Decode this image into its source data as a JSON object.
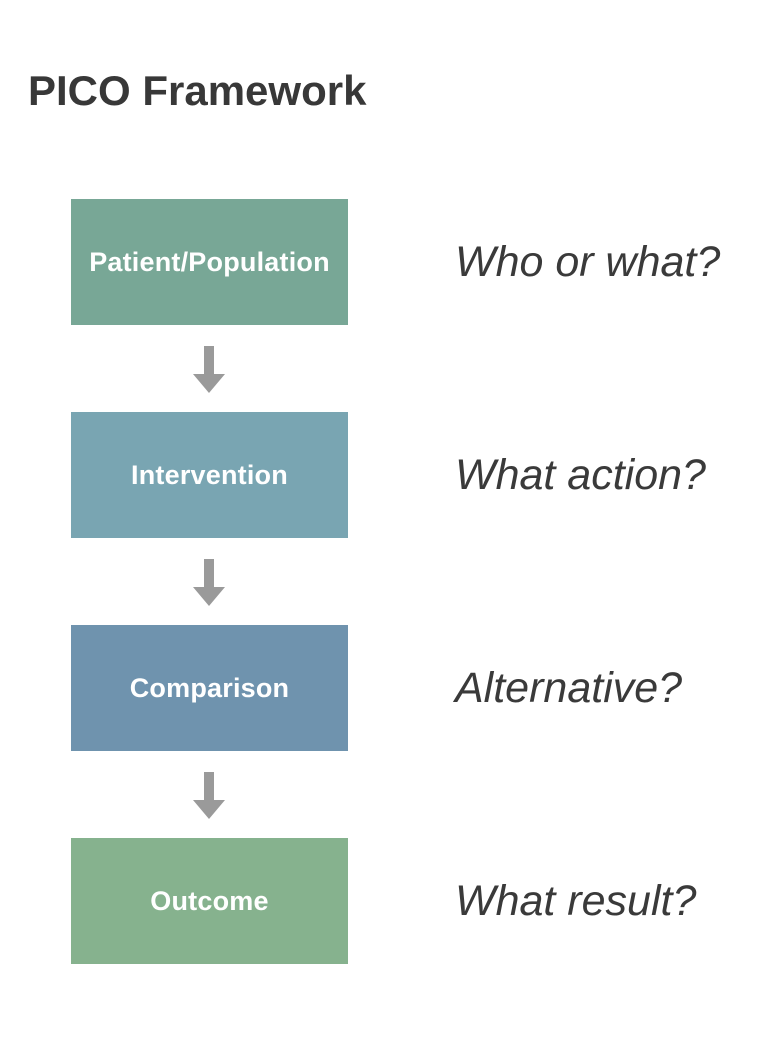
{
  "title": "PICO Framework",
  "stages": [
    {
      "label": "Patient/Population",
      "question": "Who or what?",
      "color": "#78a796"
    },
    {
      "label": "Intervention",
      "question": "What action?",
      "color": "#79a5b2"
    },
    {
      "label": "Comparison",
      "question": "Alternative?",
      "color": "#6f93ae"
    },
    {
      "label": "Outcome",
      "question": "What result?",
      "color": "#86b28e"
    }
  ],
  "arrow_color": "#9a9a9a"
}
